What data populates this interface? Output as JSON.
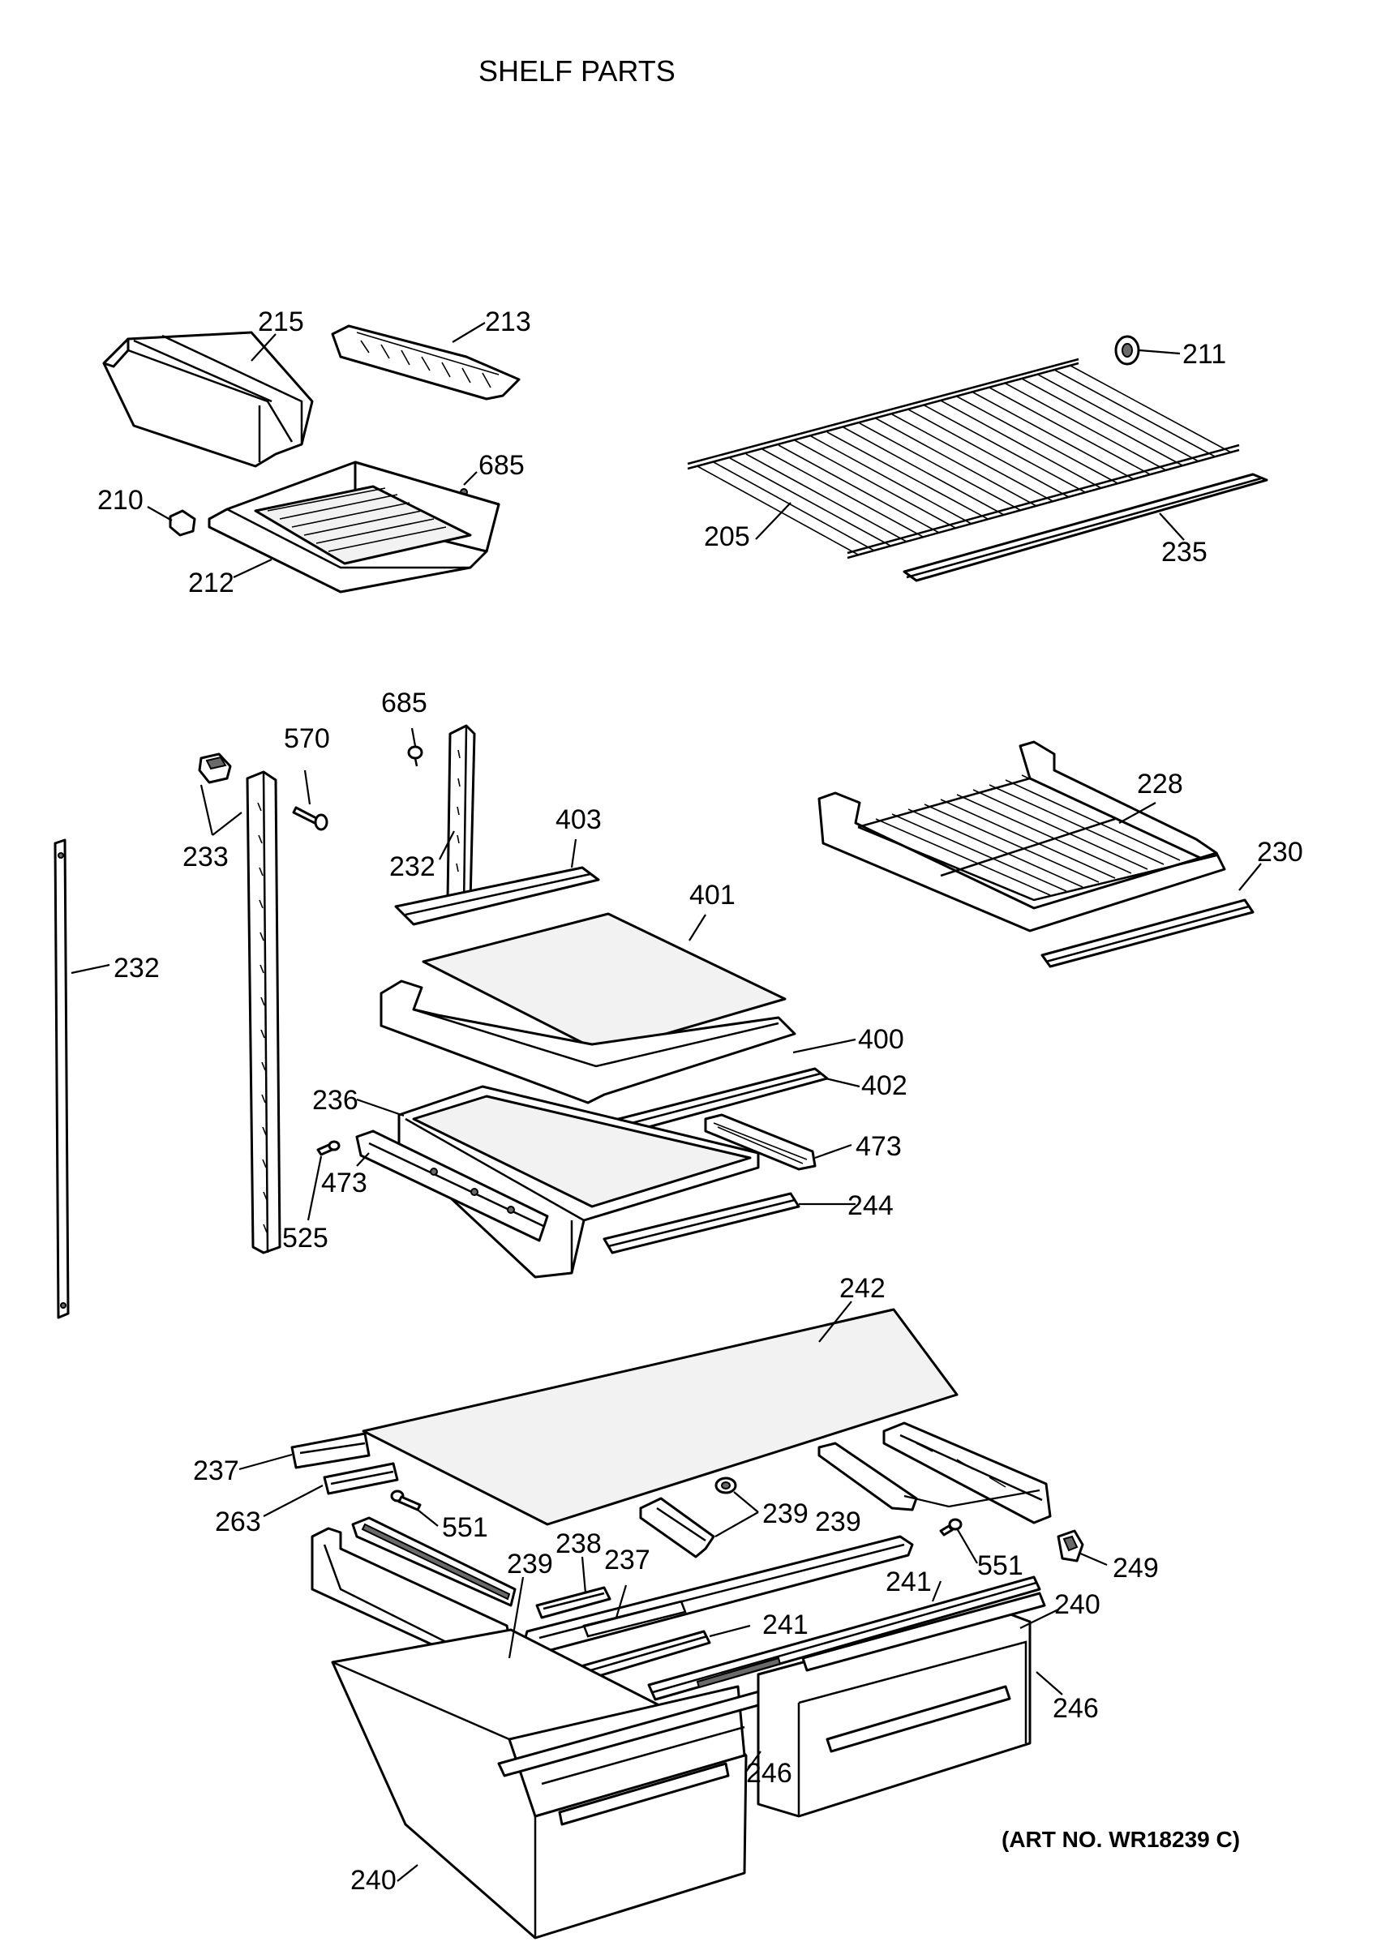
{
  "title": "SHELF PARTS",
  "art_number": "(ART NO. WR18239 C)",
  "labels": {
    "l215": "215",
    "l213": "213",
    "l211": "211",
    "l685a": "685",
    "l210": "210",
    "l205": "205",
    "l235": "235",
    "l212": "212",
    "l685b": "685",
    "l570": "570",
    "l228": "228",
    "l403": "403",
    "l233": "233",
    "l232a": "232",
    "l230": "230",
    "l401": "401",
    "l232b": "232",
    "l400": "400",
    "l402": "402",
    "l236": "236",
    "l473a": "473",
    "l473b": "473",
    "l244": "244",
    "l525": "525",
    "l242": "242",
    "l237a": "237",
    "l263": "263",
    "l551a": "551",
    "l239a": "239",
    "l239b": "239",
    "l238": "238",
    "l237b": "237",
    "l239c": "239",
    "l551b": "551",
    "l249": "249",
    "l241a": "241",
    "l240a": "240",
    "l241b": "241",
    "l246a": "246",
    "l246b": "246",
    "l240b": "240"
  }
}
